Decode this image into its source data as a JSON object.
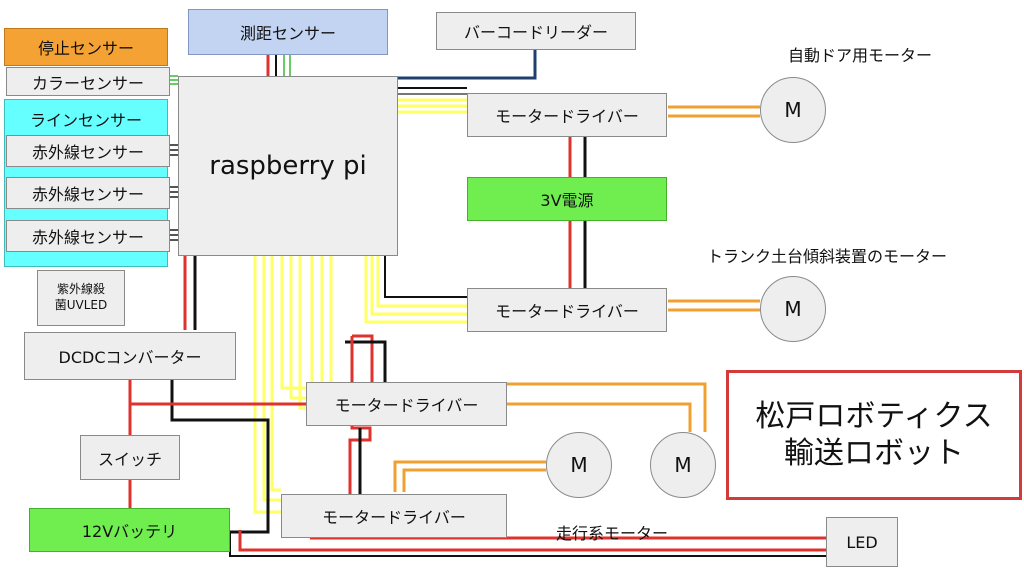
{
  "components": {
    "stop_sensor": "停止センサー",
    "color_sensor": "カラーセンサー",
    "line_sensor": "ラインセンサー",
    "ir_sensor_1": "赤外線センサー",
    "ir_sensor_2": "赤外線センサー",
    "ir_sensor_3": "赤外線センサー",
    "uv_led_line1": "紫外線殺",
    "uv_led_line2": "菌UVLED",
    "distance_sensor": "測距センサー",
    "barcode_reader": "バーコードリーダー",
    "raspberry_pi": "raspberry pi",
    "motor_driver_1": "モータードライバー",
    "power_3v": "3V電源",
    "motor_driver_2": "モータードライバー",
    "motor_driver_3": "モータードライバー",
    "motor_driver_4": "モータードライバー",
    "dcdc_converter": "DCDCコンバーター",
    "switch": "スイッチ",
    "battery_12v": "12Vバッテリ",
    "led": "LED"
  },
  "motors": {
    "symbol": "M"
  },
  "labels": {
    "auto_door_motor": "自動ドア用モーター",
    "trunk_tilt_motor": "トランク土台傾斜装置のモーター",
    "drive_motor": "走行系モーター"
  },
  "title": {
    "line1": "松戸ロボティクス",
    "line2": "輸送ロボット"
  },
  "colors": {
    "power_positive": "#e0322d",
    "ground": "#111111",
    "signal": "#ffff66",
    "motor_wire": "#f0a030",
    "usb": "#1f3f6e",
    "sensor_green": "#66cc66",
    "title_border": "#d33b3b"
  }
}
